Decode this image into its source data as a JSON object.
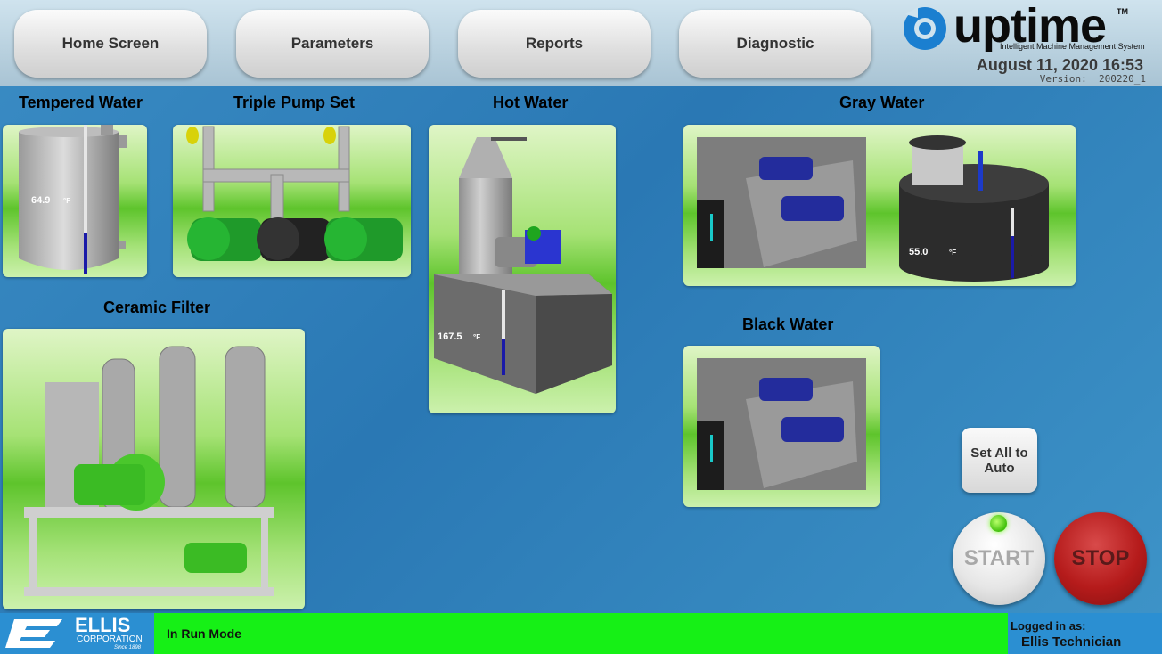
{
  "header": {
    "nav": [
      "Home Screen",
      "Parameters",
      "Reports",
      "Diagnostic"
    ],
    "brand": "uptime",
    "brand_tm": "TM",
    "brand_tagline": "Intelligent Machine Management System",
    "datetime": "August 11, 2020 16:53",
    "version": "Version:  200220_1"
  },
  "sections": {
    "tempered_water": {
      "title": "Tempered Water",
      "value": "64.9",
      "unit": "°F",
      "level": 0.28
    },
    "triple_pump": {
      "title": "Triple Pump Set"
    },
    "hot_water": {
      "title": "Hot Water",
      "value": "167.5",
      "unit": "°F",
      "level": 0.42
    },
    "gray_water": {
      "title": "Gray Water",
      "value": "55.0",
      "unit": "°F",
      "level": 0.6
    },
    "ceramic_filter": {
      "title": "Ceramic Filter"
    },
    "black_water": {
      "title": "Black Water"
    }
  },
  "controls": {
    "set_auto": "Set All to Auto",
    "start": "START",
    "stop": "STOP"
  },
  "footer": {
    "brand": "ELLIS",
    "brand_sub": "CORPORATION",
    "brand_since": "Since 1898",
    "status": "In Run Mode",
    "logged_label": "Logged in as:",
    "user": "Ellis Technician"
  },
  "colors": {
    "status_bar": "#16f016",
    "panel_green": "#5ec42c",
    "level_fill": "#1a1aa8",
    "stop_red": "#b51b1b"
  }
}
